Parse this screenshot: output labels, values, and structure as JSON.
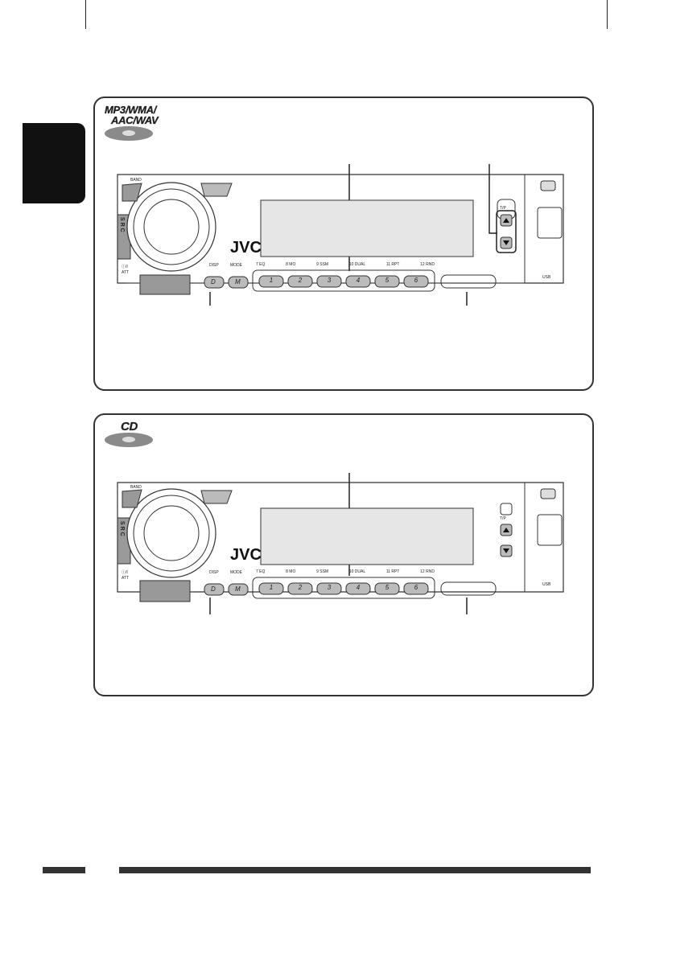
{
  "brand": "JVC",
  "panels": [
    {
      "media_label": "MP3/WMA/ AAC/WAV",
      "media_line1": "MP3/WMA/",
      "media_line2": "AAC/WAV"
    },
    {
      "media_label": "CD"
    }
  ],
  "unit": {
    "band_label": "BAND",
    "src_label": "S R C",
    "power_label": "ⓘ/I",
    "att_label": "ATT",
    "disp_label": "DISP",
    "mode_label": "MODE",
    "d_button": "D",
    "m_button": "M",
    "tp_label": "T/P",
    "usb_label": "USB",
    "preset_functions": [
      "7 EQ",
      "8 MO",
      "9 SSM",
      "10 DUAL",
      "11 RPT",
      "12 RND"
    ],
    "preset_numbers": [
      "1",
      "2",
      "3",
      "4",
      "5",
      "6"
    ]
  }
}
